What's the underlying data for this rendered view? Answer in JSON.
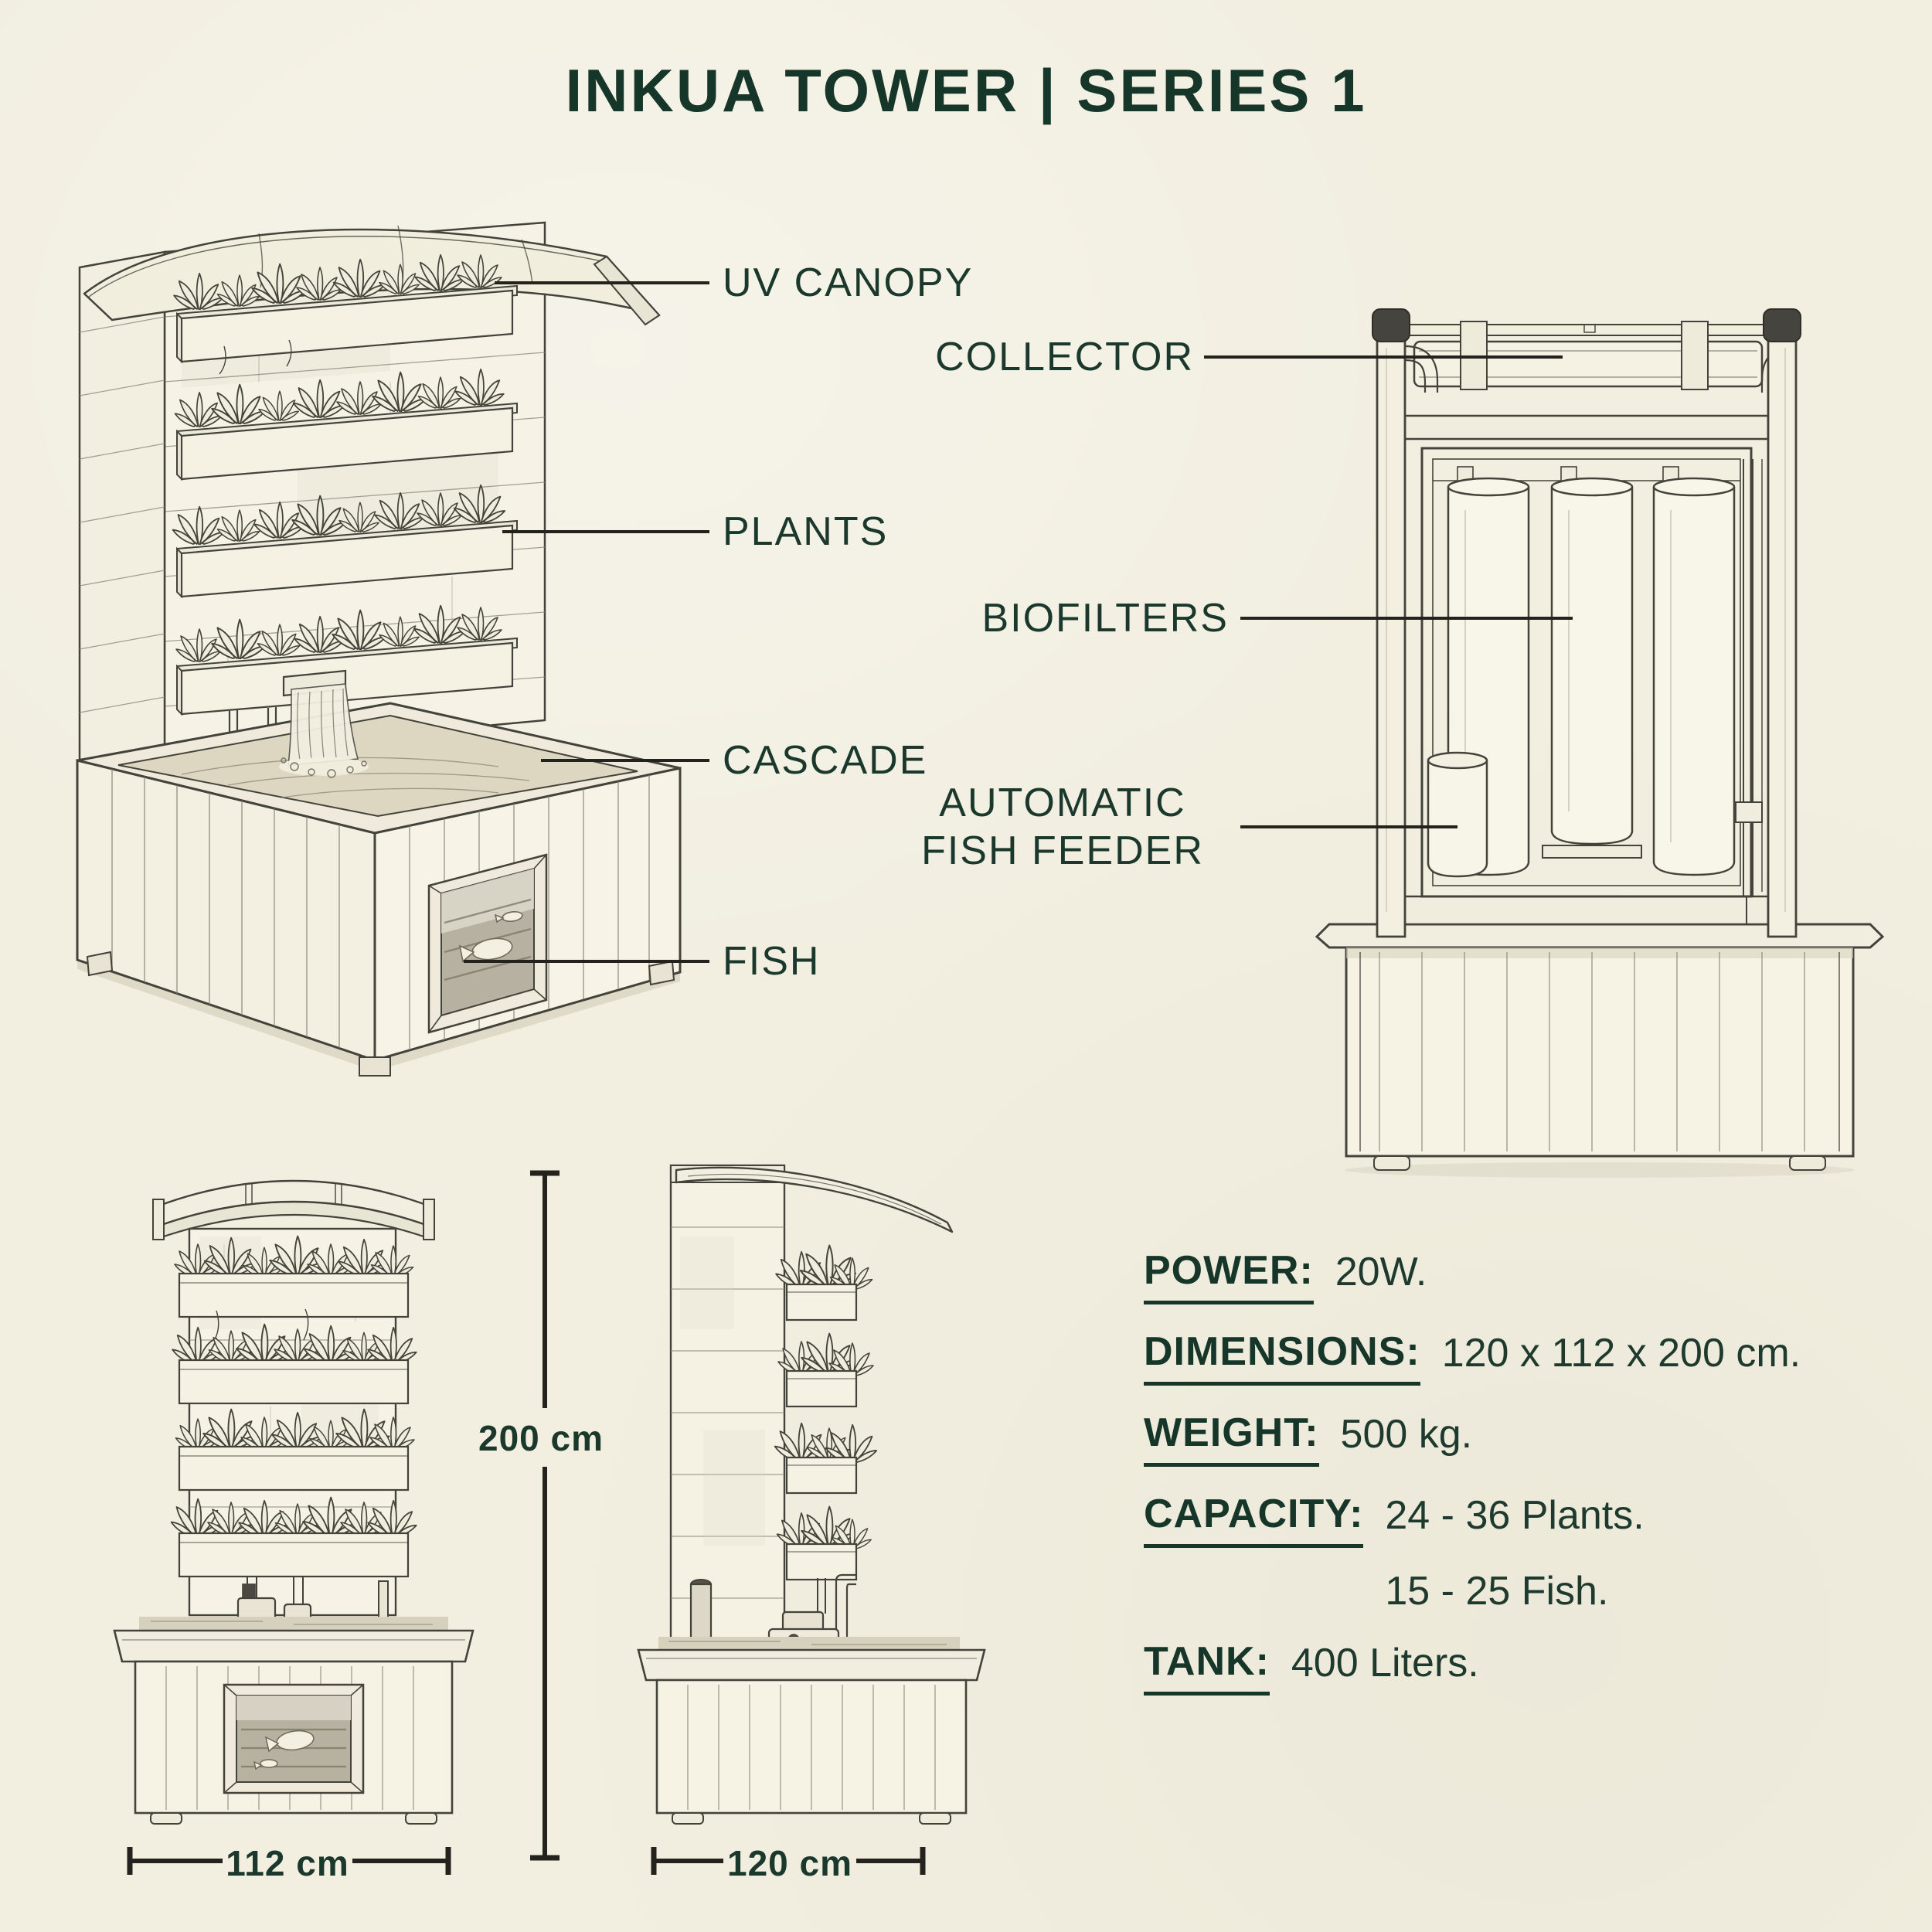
{
  "colors": {
    "background": "#f2efe1",
    "accent_green": "#1b382c",
    "line_ink": "#23221d"
  },
  "title": {
    "text": "INKUA TOWER | SERIES 1"
  },
  "callouts": {
    "left": [
      {
        "text": "UV CANOPY"
      },
      {
        "text": "PLANTS"
      },
      {
        "text": "CASCADE"
      },
      {
        "text": "FISH"
      }
    ],
    "right": [
      {
        "text": "COLLECTOR"
      },
      {
        "text": "BIOFILTERS"
      },
      {
        "line1": "AUTOMATIC",
        "line2": "FISH FEEDER"
      }
    ]
  },
  "dimensions": {
    "height": "200 cm",
    "front_width": "112 cm",
    "side_width": "120 cm"
  },
  "specs": [
    {
      "label": "POWER:",
      "value": "20W."
    },
    {
      "label": "DIMENSIONS:",
      "value": "120 x 112 x 200 cm."
    },
    {
      "label": "WEIGHT:",
      "value": "500 kg."
    },
    {
      "label": "CAPACITY:",
      "value": "24 - 36 Plants.",
      "value2": "15 - 25 Fish."
    },
    {
      "label": "TANK:",
      "value": "400 Liters."
    }
  ]
}
